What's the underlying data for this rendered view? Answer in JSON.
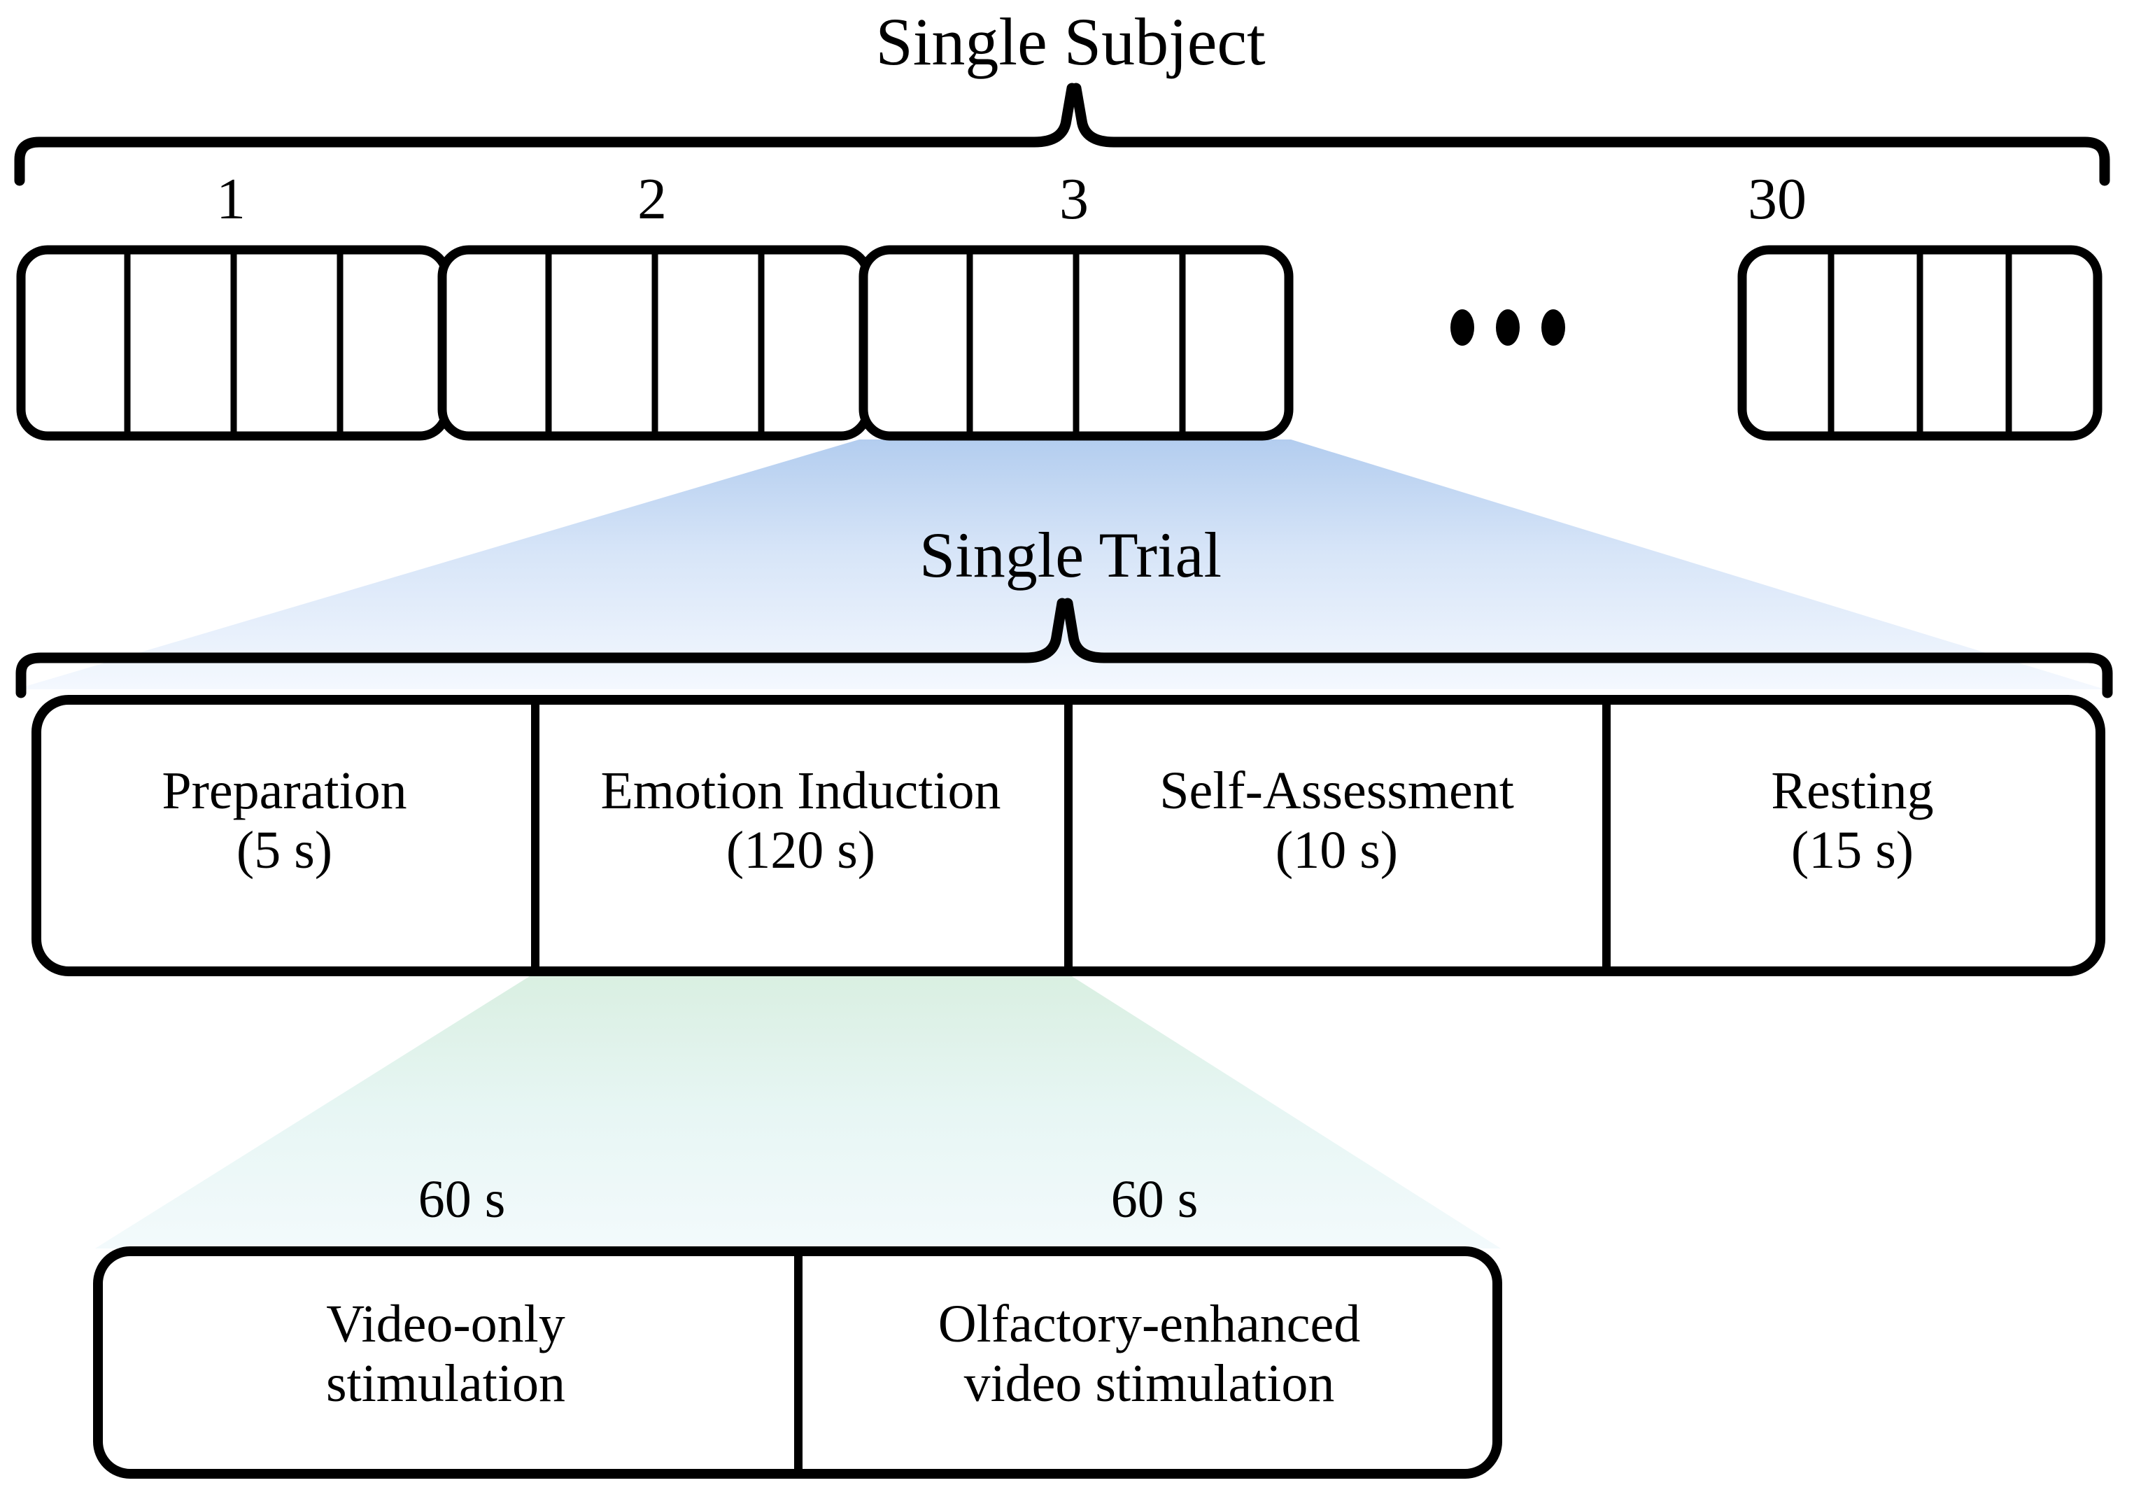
{
  "figure": {
    "type": "experimental-paradigm-diagram",
    "title_top": "Single Subject",
    "title_mid": "Single Trial"
  },
  "subject_level": {
    "bracket_label": "Single Subject",
    "total_trials": 30,
    "visible_block_numbers": [
      "1",
      "2",
      "3",
      "30"
    ],
    "ellipsis": "• • •",
    "segments_per_block": 4,
    "highlighted_block": "3"
  },
  "trial_level": {
    "bracket_label": "Single Trial",
    "phases": [
      {
        "name": "Preparation",
        "duration": "(5 s)"
      },
      {
        "name": "Emotion Induction",
        "duration": "(120 s)"
      },
      {
        "name": "Self-Assessment",
        "duration": "(10 s)"
      },
      {
        "name": "Resting",
        "duration": "(15 s)"
      }
    ],
    "phase_labels": [
      "Preparation\n(5 s)",
      "Emotion Induction\n(120 s)",
      "Self-Assessment\n(10 s)",
      "Resting\n(15 s)"
    ],
    "expanded_phase": "Emotion Induction"
  },
  "stimulation_level": {
    "durations": [
      "60 s",
      "60 s"
    ],
    "segments": [
      "Video-only\nstimulation",
      "Olfactory-enhanced\nvideo stimulation"
    ]
  },
  "colors": {
    "stroke": "#000000",
    "background": "#ffffff",
    "cone_blue_top": "#b3cdef",
    "cone_blue_bottom": "#f4f8fe",
    "cone_green_top": "#d9efe1",
    "cone_green_bottom": "#f3fafc"
  }
}
